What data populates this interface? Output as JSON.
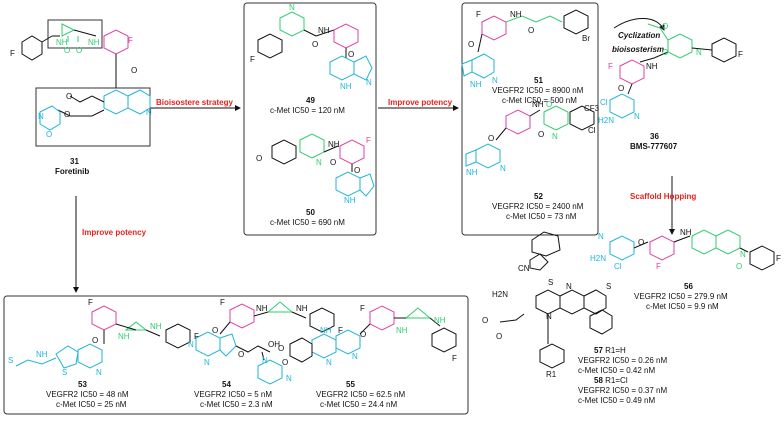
{
  "colors": {
    "cyan": "#1fb6d6",
    "green": "#2ecc71",
    "pink": "#e040a0",
    "red": "#e8211c",
    "black": "#111111"
  },
  "arrows": {
    "bioisostere": "Bioisostere strategy",
    "improve_potency_top": "Improve potency",
    "improve_potency_down": "Improve potency",
    "cyclization": "Cyclization",
    "bioisosterism": "bioisosterism",
    "scaffold_hopping": "Scaffold Hopping"
  },
  "compounds": {
    "c31": {
      "id": "31",
      "name": "Foretinib"
    },
    "c49": {
      "id": "49",
      "cmet": "c-Met IC50 = 120 nM"
    },
    "c50": {
      "id": "50",
      "cmet": "c-Met IC50 = 690 nM"
    },
    "c51": {
      "id": "51",
      "vegfr2": "VEGFR2 IC50 = 8900  nM",
      "cmet": "c-Met IC50 = 500 nM"
    },
    "c52": {
      "id": "52",
      "vegfr2": "VEGFR2 IC50 = 2400  nM",
      "cmet": "c-Met IC50 = 73 nM"
    },
    "c36": {
      "id": "36",
      "name": "BMS-777607"
    },
    "c56": {
      "id": "56",
      "vegfr2": "VEGFR2 IC50 = 279.9  nM",
      "cmet": "c-Met IC50 = 9.9 nM"
    },
    "c53": {
      "id": "53",
      "vegfr2": "VEGFR2 IC50 = 48  nM",
      "cmet": "c-Met IC50 = 25 nM"
    },
    "c54": {
      "id": "54",
      "vegfr2": "VEGFR2 IC50 = 5  nM",
      "cmet": "c-Met IC50 = 2.3 nM"
    },
    "c55": {
      "id": "55",
      "vegfr2": "VEGFR2 IC50 = 62.5  nM",
      "cmet": "c-Met IC50 = 24.4 nM"
    },
    "c57": {
      "id": "57",
      "sub": "R1=H",
      "vegfr2": "VEGFR2 IC50 = 0.26  nM",
      "cmet": "c-Met IC50 = 0.42 nM"
    },
    "c58": {
      "id": "58",
      "sub": "R1=Cl",
      "vegfr2": "VEGFR2 IC50 = 0.37  nM",
      "cmet": "c-Met IC50 = 0.49 nM"
    }
  },
  "atoms": {
    "F": "F",
    "N": "N",
    "O": "O",
    "S": "S",
    "Br": "Br",
    "Cl": "Cl",
    "NH": "NH",
    "H": "H",
    "OH": "OH",
    "CF3": "CF3",
    "CN": "CN",
    "H2N": "H2N",
    "R1": "R1"
  }
}
